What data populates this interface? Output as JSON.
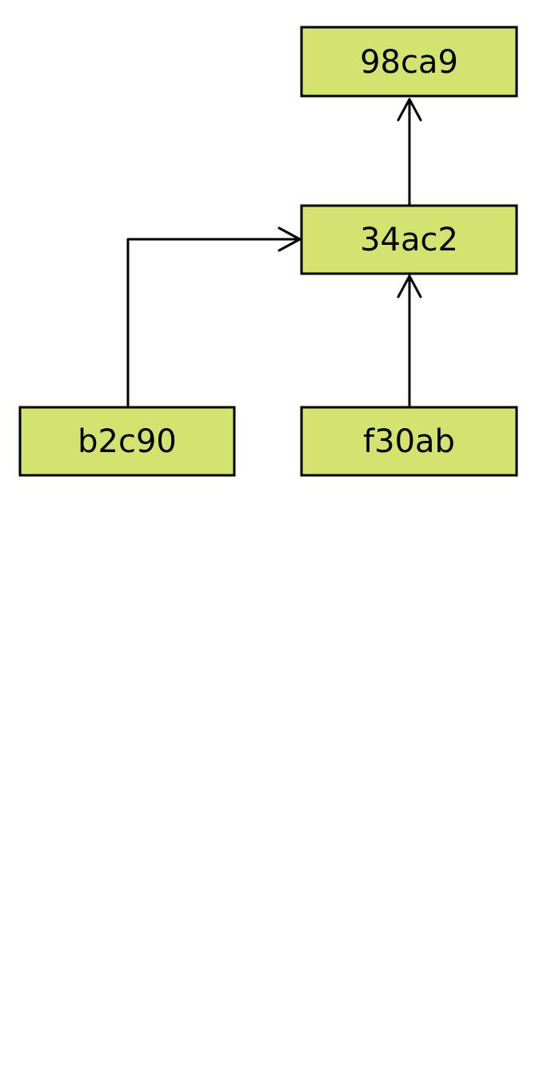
{
  "colors": {
    "node_fill": "#d4e26f",
    "node_border": "#000000",
    "edge": "#000000",
    "background": "#ffffff"
  },
  "nodes": [
    {
      "id": "98ca9",
      "label": "98ca9"
    },
    {
      "id": "34ac2",
      "label": "34ac2"
    },
    {
      "id": "b2c90",
      "label": "b2c90"
    },
    {
      "id": "f30ab",
      "label": "f30ab"
    }
  ],
  "edges": [
    {
      "from": "34ac2",
      "to": "98ca9"
    },
    {
      "from": "b2c90",
      "to": "34ac2"
    },
    {
      "from": "f30ab",
      "to": "34ac2"
    }
  ]
}
